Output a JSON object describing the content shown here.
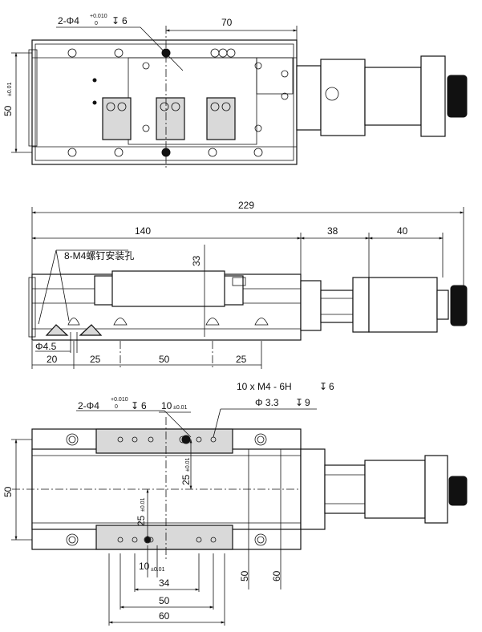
{
  "top_view": {
    "hole_callout": "2-Φ4",
    "hole_tol": "+0.010",
    "hole_tol2": "0",
    "hole_depth": "6",
    "dim_70": "70",
    "dim_50": "50",
    "dim_50_tol": "±0.01"
  },
  "side_view": {
    "dim_229": "229",
    "dim_140": "140",
    "dim_38": "38",
    "dim_40": "40",
    "dim_33": "33",
    "screw_note": "8-M4螺钉安装孔",
    "dia_45": "Φ4.5",
    "dim_20": "20",
    "dim_25a": "25",
    "dim_50": "50",
    "dim_25b": "25"
  },
  "bottom_view": {
    "thread_note_1": "10 x  M4 - 6H",
    "thread_depth_1": "6",
    "thread_note_2": "Φ 3.3",
    "thread_depth_2": "9",
    "hole_callout": "2-Φ4",
    "hole_tol": "+0.010",
    "hole_tol2": "0",
    "hole_depth": "6",
    "dim_10_top": "10",
    "dim_10_top_tol": "±0.01",
    "dim_25_right": "25",
    "dim_25_right_tol": "±0.01",
    "dim_25_left": "25",
    "dim_25_left_tol": "±0.01",
    "dim_50_left": "50",
    "dim_10_bottom": "10",
    "dim_10_bottom_tol": "±0.01",
    "dim_34": "34",
    "dim_50": "50",
    "dim_60": "60",
    "dim_50_vert": "50",
    "dim_60_vert": "60"
  }
}
